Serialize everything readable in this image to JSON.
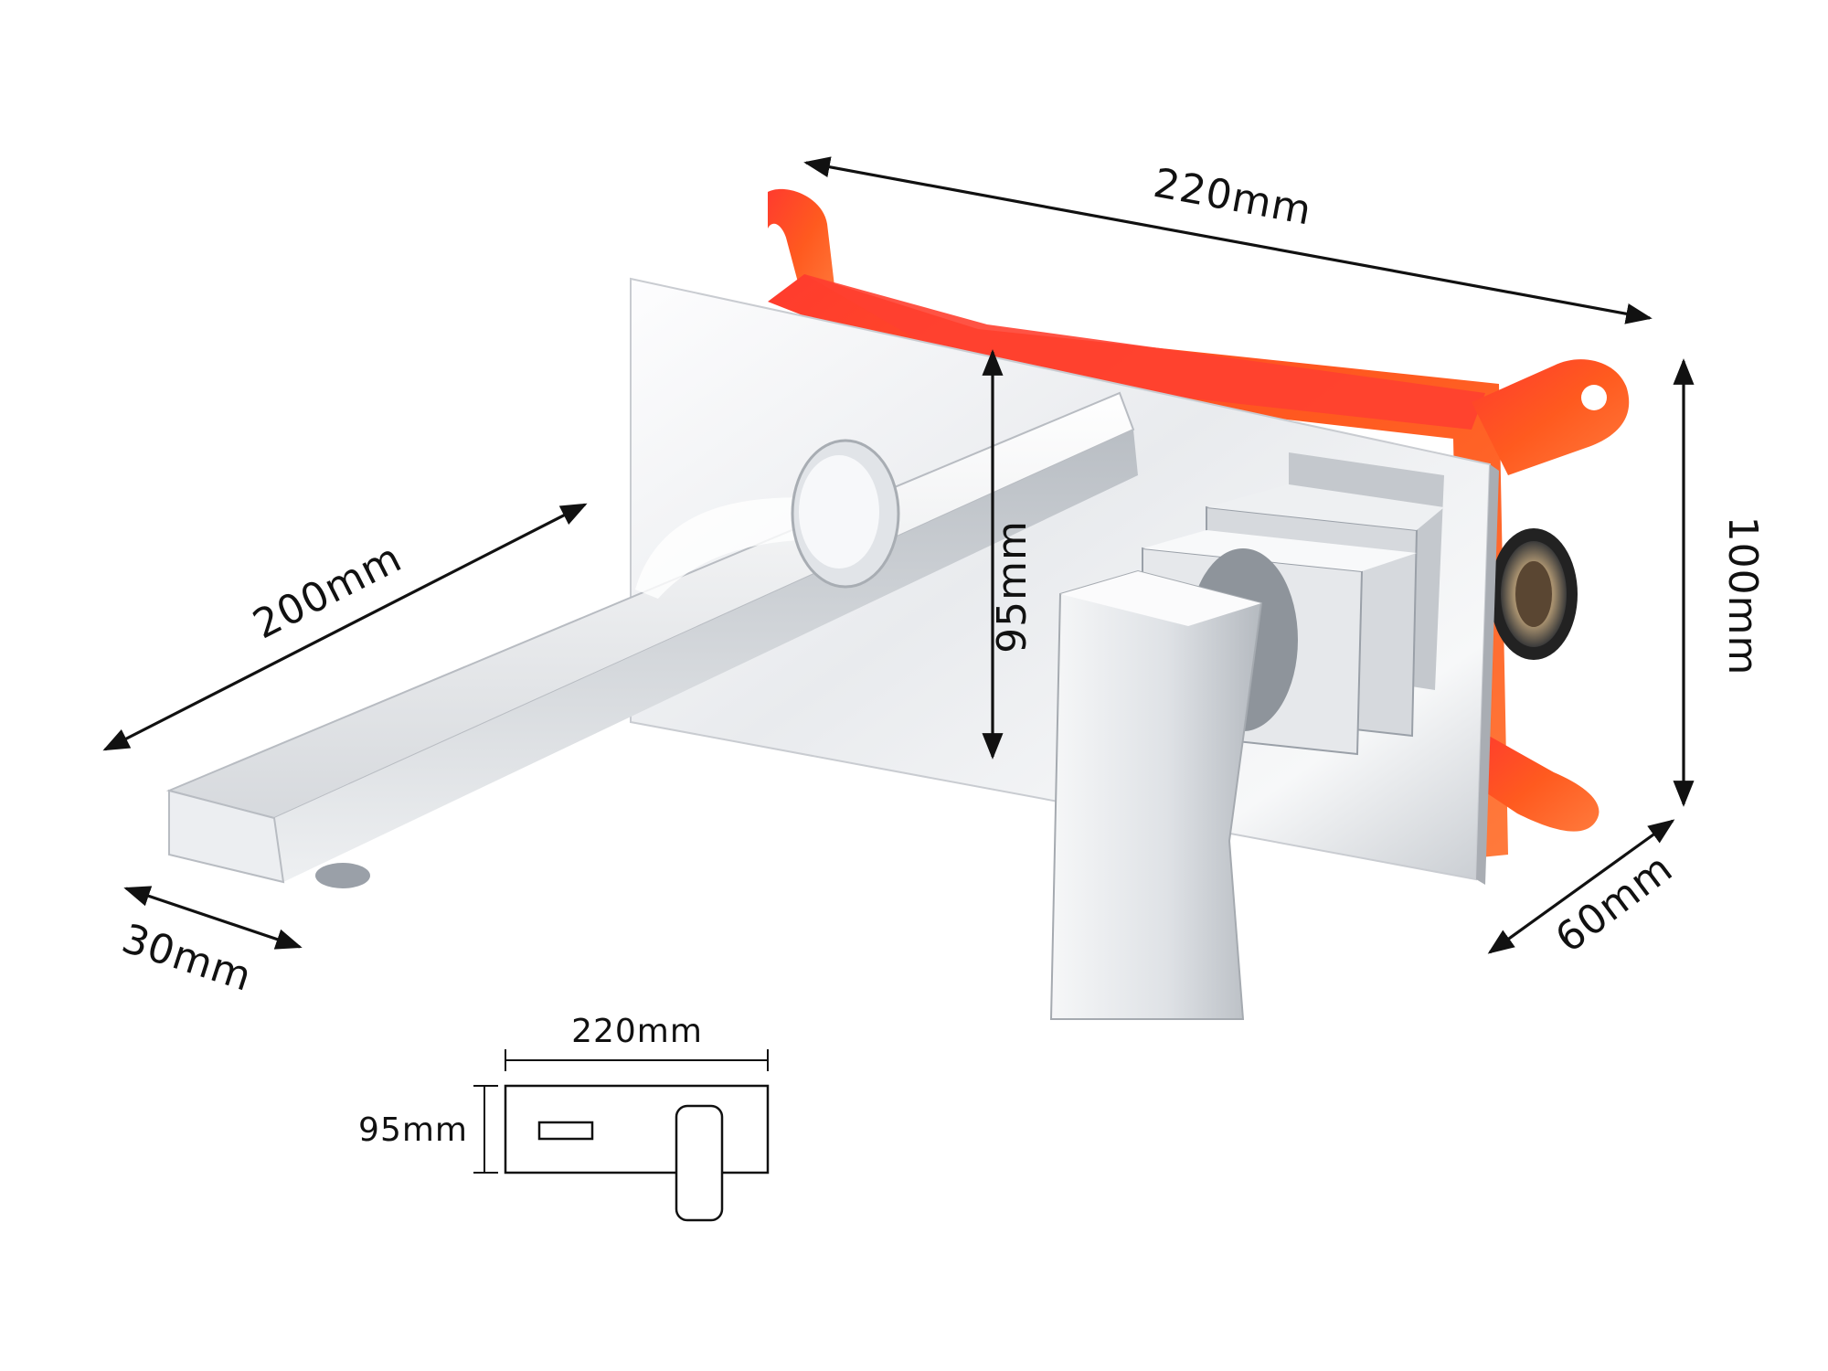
{
  "dimensions": {
    "box_width": "220mm",
    "box_height": "100mm",
    "box_depth": "60mm",
    "plate_height": "95mm",
    "spout_length": "200mm",
    "spout_height": "30mm"
  },
  "front_view": {
    "width": "220mm",
    "height": "95mm"
  },
  "colors": {
    "box_orange": "#ff5a1f",
    "chrome_light": "#f4f5f7",
    "chrome_dark": "#9aa0a8",
    "line": "#111111"
  }
}
